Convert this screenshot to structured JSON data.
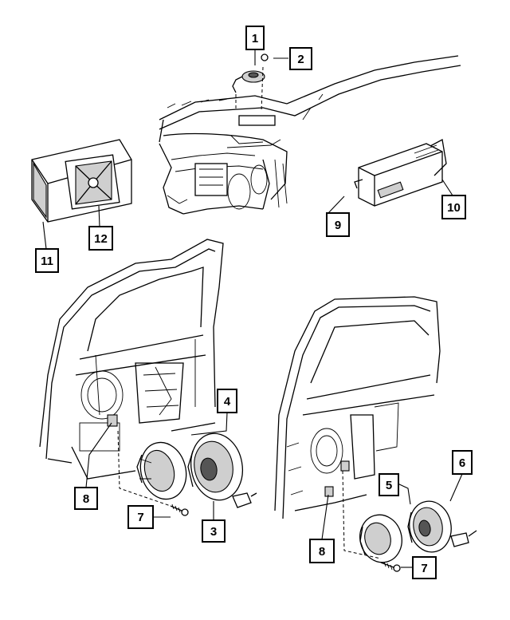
{
  "callouts": [
    {
      "id": "c1",
      "label": "1"
    },
    {
      "id": "c2",
      "label": "2"
    },
    {
      "id": "c3",
      "label": "3"
    },
    {
      "id": "c4",
      "label": "4"
    },
    {
      "id": "c5",
      "label": "5"
    },
    {
      "id": "c6",
      "label": "6"
    },
    {
      "id": "c7a",
      "label": "7"
    },
    {
      "id": "c7b",
      "label": "7"
    },
    {
      "id": "c8a",
      "label": "8"
    },
    {
      "id": "c8b",
      "label": "8"
    },
    {
      "id": "c9",
      "label": "9"
    },
    {
      "id": "c10",
      "label": "10"
    },
    {
      "id": "c11",
      "label": "11"
    },
    {
      "id": "c12",
      "label": "12"
    }
  ]
}
